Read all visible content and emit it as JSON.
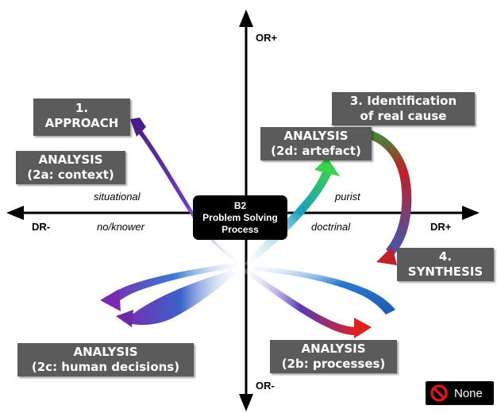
{
  "axes": {
    "top": "OR+",
    "bottom": "OR-",
    "left": "DR-",
    "right": "DR+"
  },
  "quadrants": {
    "top_left": "situational",
    "top_right": "purist",
    "bottom_left": "no/knower",
    "bottom_right": "doctrinal"
  },
  "center": {
    "line1": "B2",
    "line2": "Problem Solving",
    "line3": "Process"
  },
  "boxes": {
    "approach": {
      "line1": "1.",
      "line2": "APPROACH"
    },
    "context": {
      "line1": "ANALYSIS",
      "line2": "(2a: context)"
    },
    "artefact": {
      "line1": "ANALYSIS",
      "line2": "(2d: artefact)"
    },
    "real_cause": {
      "line1": "3. Identification",
      "line2": "of real cause"
    },
    "synthesis": {
      "line1": "4.",
      "line2": "SYNTHESIS"
    },
    "human": {
      "line1": "ANALYSIS",
      "line2": "(2c: human decisions)"
    },
    "processes": {
      "line1": "ANALYSIS",
      "line2": "(2b: processes)"
    }
  },
  "legend": {
    "label": "None",
    "icon": "no-symbol-icon"
  },
  "colors": {
    "box_bg": "#5b5b5b",
    "purple": "#6a2aa8",
    "blue": "#1a6fc4",
    "green": "#3fbf4a",
    "red": "#d02020",
    "legend_red": "#d81818"
  }
}
